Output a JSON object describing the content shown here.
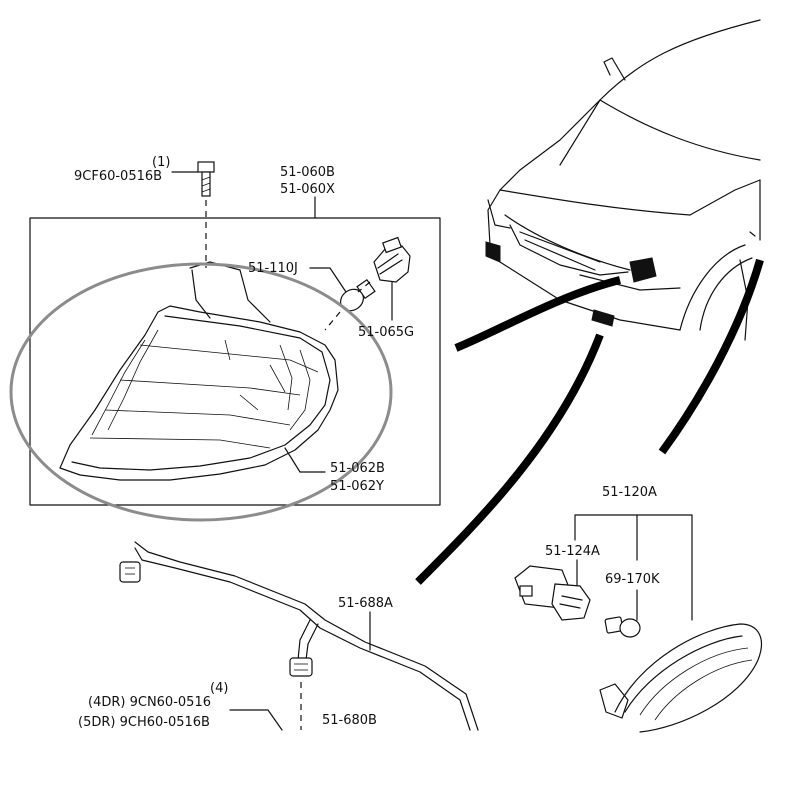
{
  "labels": {
    "bolt_qty": "(1)",
    "bolt_part": "9CF60-0516B",
    "assy_a": "51-060B",
    "assy_b": "51-060X",
    "bulb": "51-110J",
    "socket": "51-065G",
    "lens_a": "51-062B",
    "lens_b": "51-062Y",
    "side_assy": "51-120A",
    "side_socket": "51-124A",
    "side_bulb": "69-170K",
    "harness": "51-688A",
    "screw_qty": "(4)",
    "screw_4dr": "(4DR) 9CN60-0516",
    "screw_5dr": "(5DR) 9CH60-0516B",
    "harness_b": "51-680B"
  }
}
